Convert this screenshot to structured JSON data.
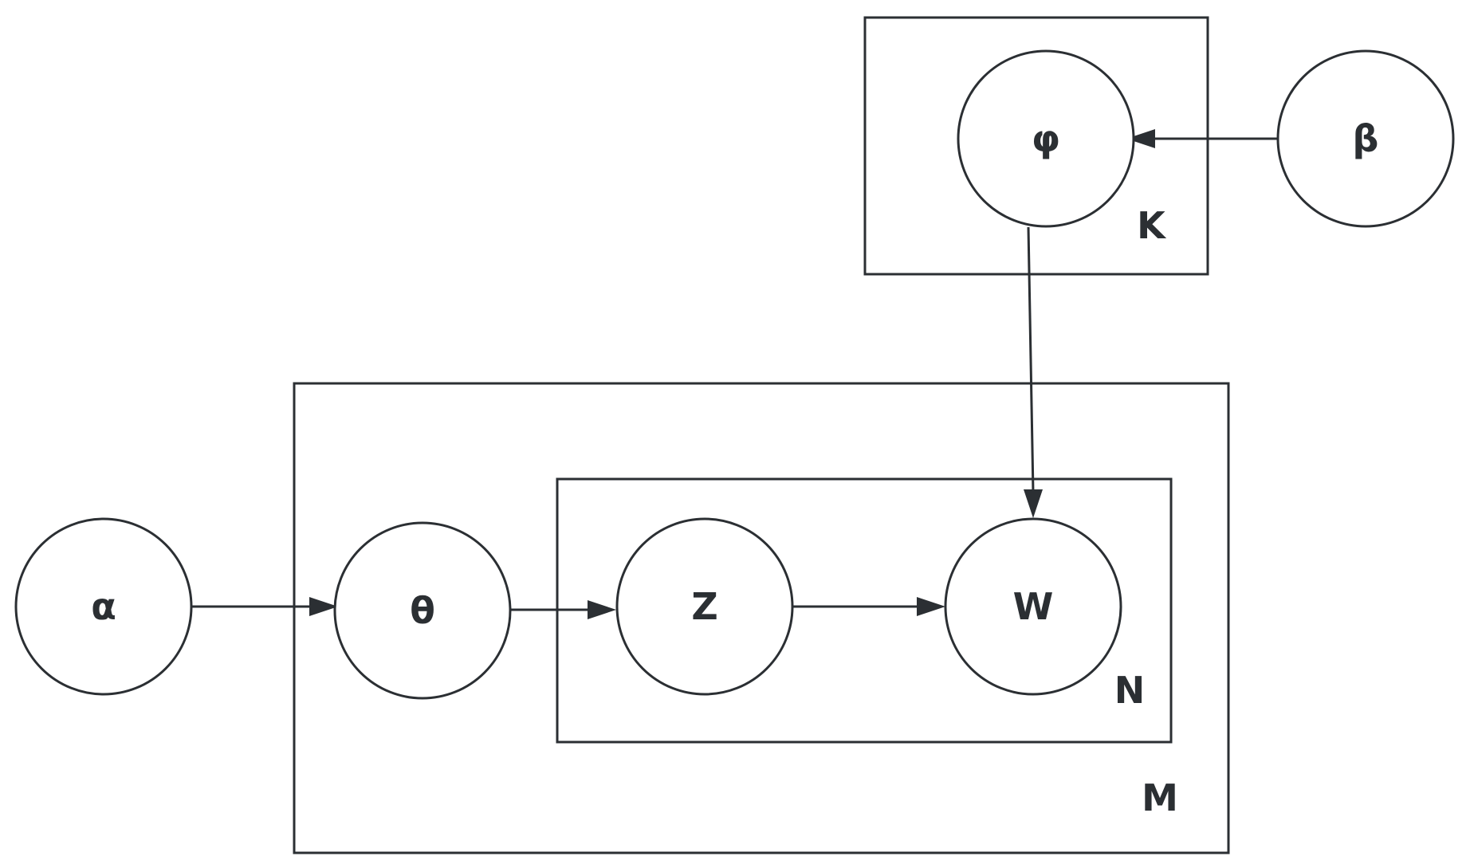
{
  "nodes": {
    "alpha": "α",
    "theta": "θ",
    "z": "Z",
    "w": "W",
    "phi": "φ",
    "beta": "β"
  },
  "plates": {
    "k": "K",
    "m": "M",
    "n": "N"
  },
  "colors": {
    "stroke": "#2b2f33",
    "background": "#ffffff"
  }
}
